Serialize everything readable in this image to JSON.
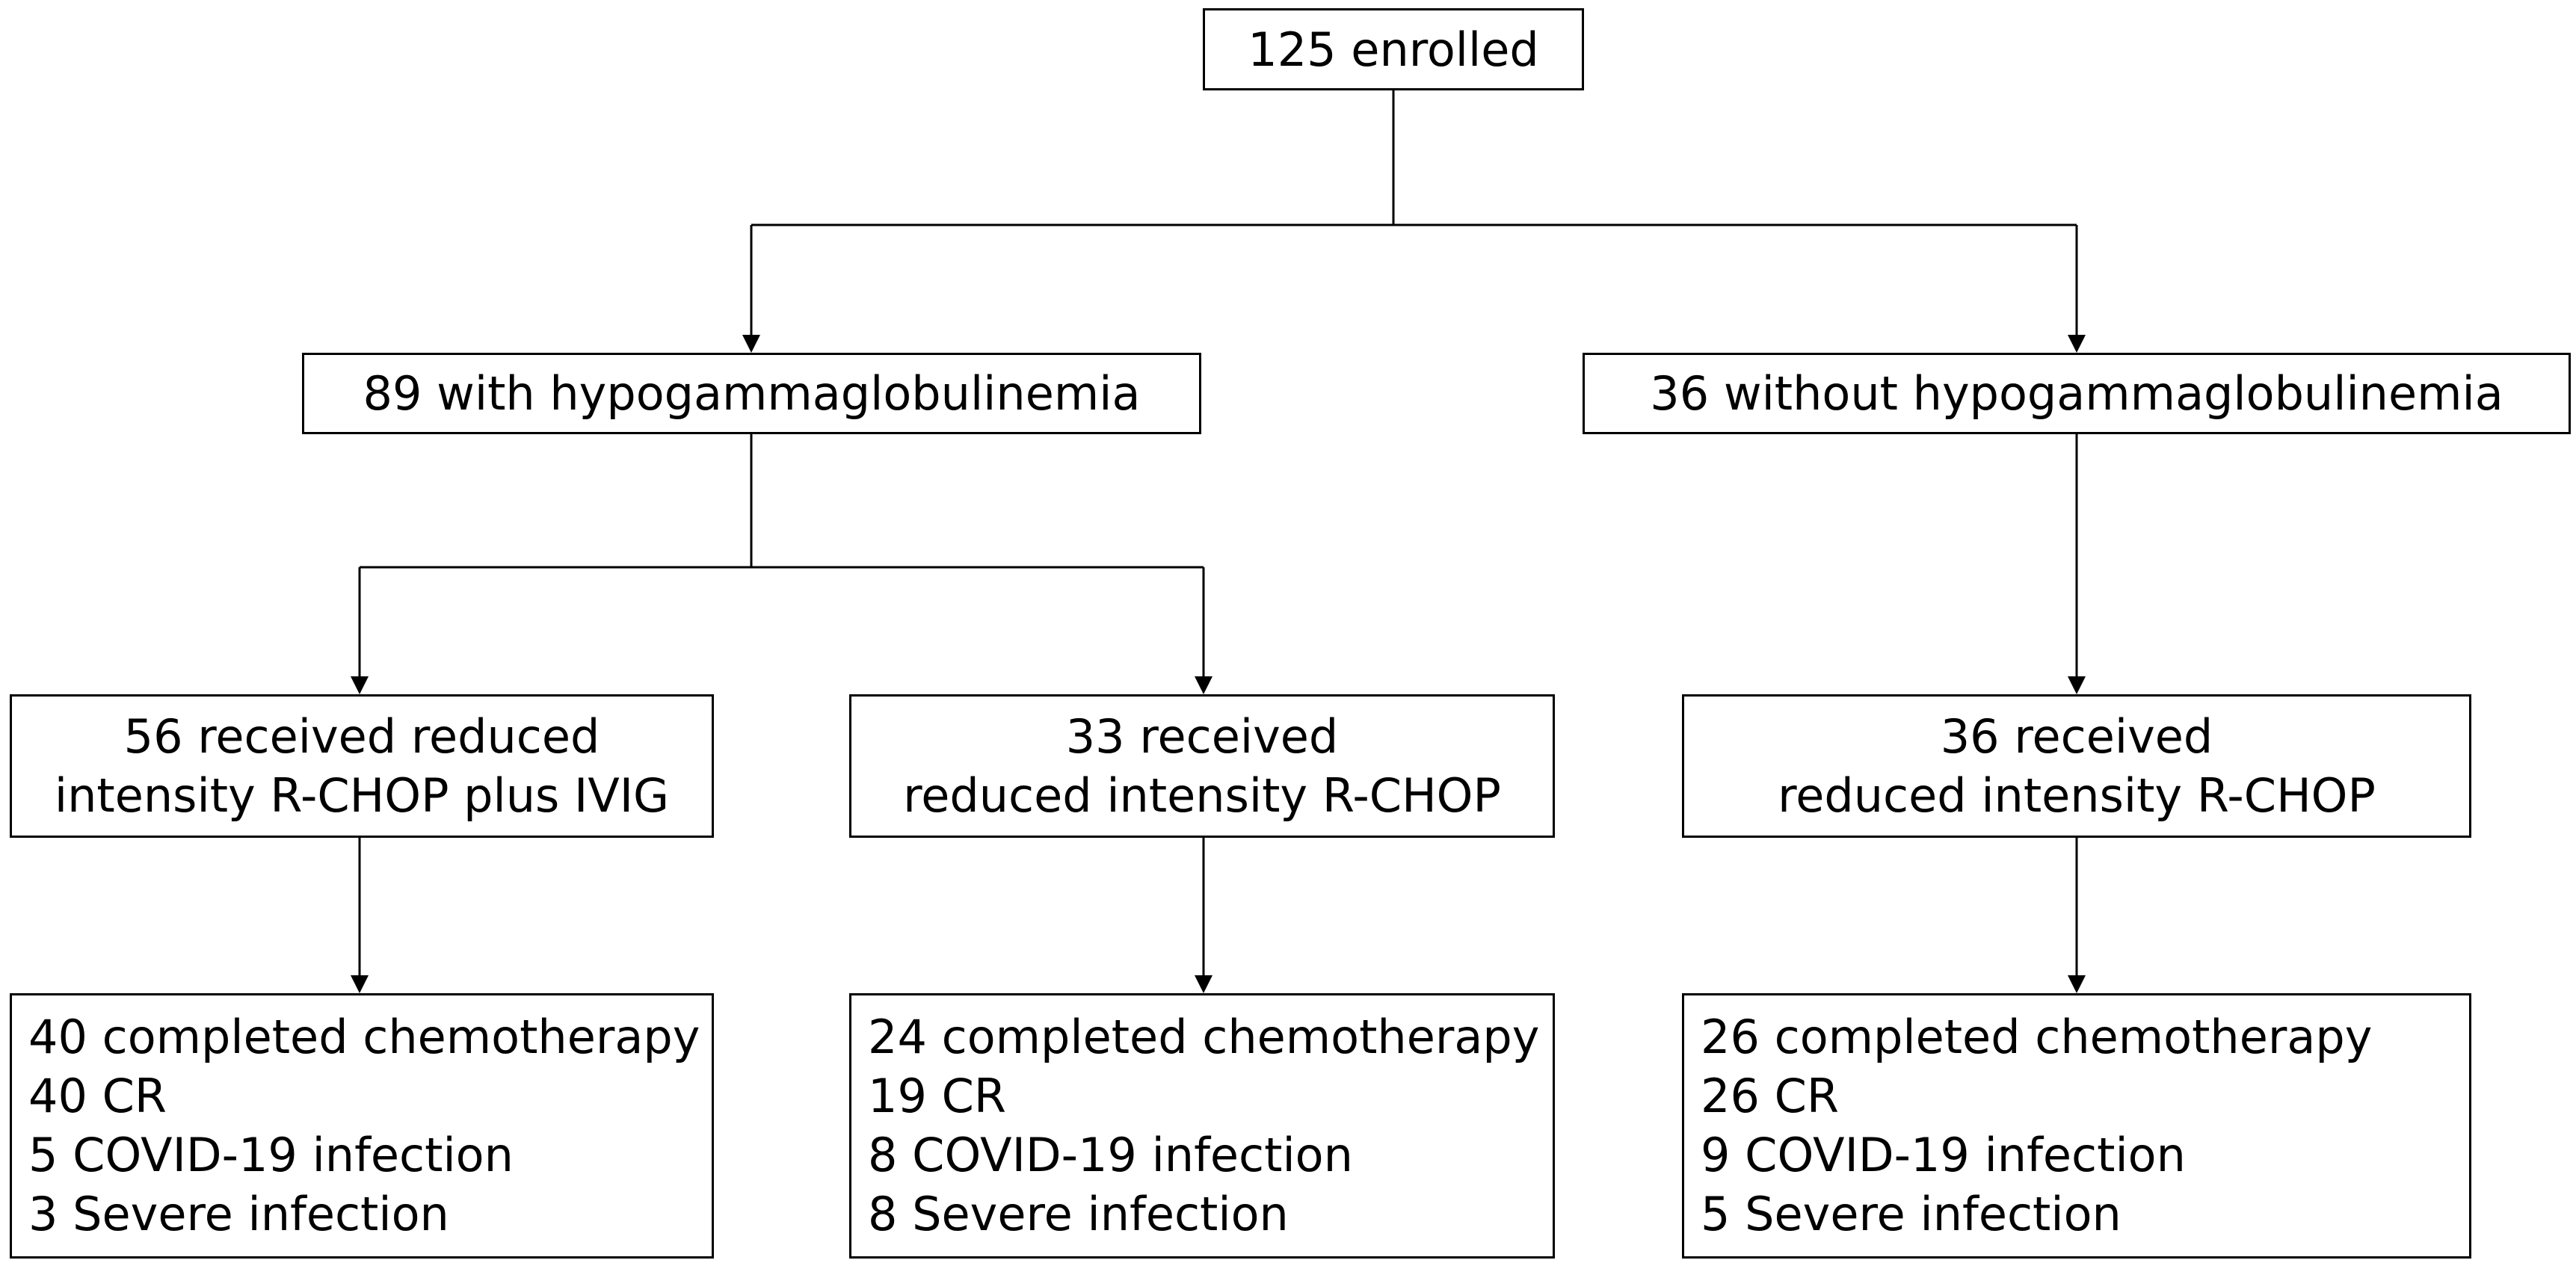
{
  "diagram": {
    "enrolled": "125 enrolled",
    "with_hypo": "89 with hypogammaglobulinemia",
    "without_hypo": "36 without hypogammaglobulinemia",
    "arm_ivig": {
      "line1": "56 received reduced",
      "line2": "intensity R-CHOP plus IVIG"
    },
    "arm_rchop_with": {
      "line1": "33 received",
      "line2": "reduced intensity R-CHOP"
    },
    "arm_rchop_without": {
      "line1": "36 received",
      "line2": "reduced intensity R-CHOP"
    },
    "outcome_ivig": {
      "completed": "40 completed chemotherapy",
      "cr": "40 CR",
      "covid": "5 COVID-19 infection",
      "severe": "3 Severe infection"
    },
    "outcome_rchop_with": {
      "completed": "24 completed chemotherapy",
      "cr": "19 CR",
      "covid": "8 COVID-19 infection",
      "severe": "8 Severe infection"
    },
    "outcome_rchop_without": {
      "completed": "26 completed chemotherapy",
      "cr": "26 CR",
      "covid": "9 COVID-19 infection",
      "severe": "5 Severe infection"
    }
  }
}
